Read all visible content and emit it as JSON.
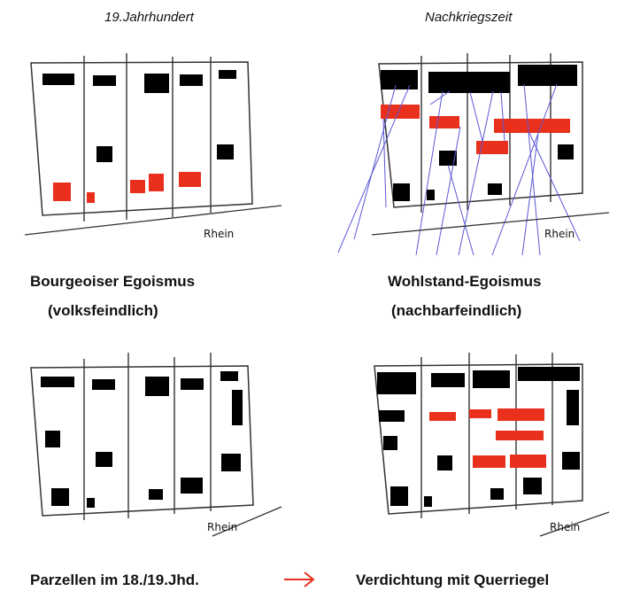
{
  "panels": [
    {
      "title": "19.Jahrhundert",
      "river_label": "Rhein"
    },
    {
      "title": "Nachkriegszeit",
      "river_label": "Rhein"
    },
    {
      "title": "",
      "river_label": "Rhein"
    },
    {
      "title": "",
      "river_label": "Rhein"
    }
  ],
  "captions": {
    "top_left_line1": "Bourgeoiser Egoismus",
    "top_left_line2": "(volksfeindlich)",
    "top_right_line1": "Wohlstand-Egoismus",
    "top_right_line2": "(nachbarfeindlich)",
    "bottom_left": "Parzellen im 18./19.Jhd.",
    "bottom_right": "Verdichtung mit Querriegel"
  },
  "colors": {
    "building": "#000000",
    "highlight": "#e8301c",
    "arrow_blue": "#5b57d6",
    "transition_arrow": "#e8301c",
    "outline": "#333333"
  }
}
